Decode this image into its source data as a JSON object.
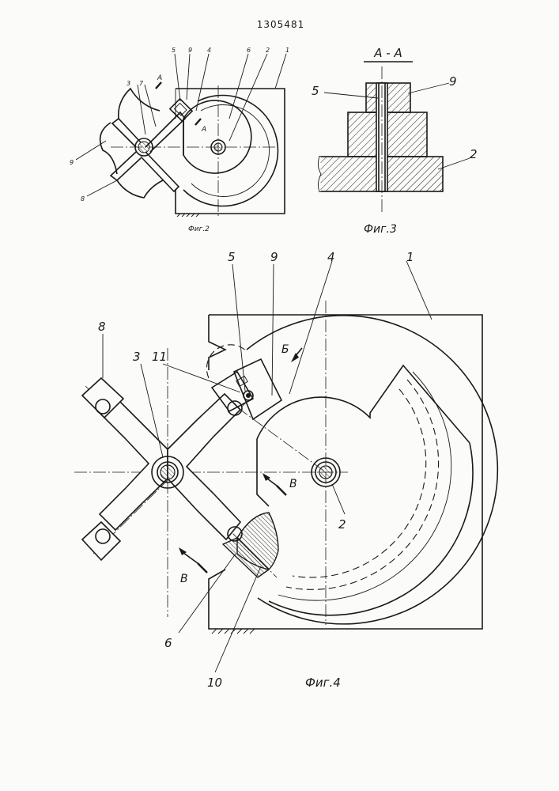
{
  "patent_number": "1305481",
  "figures": {
    "fig2": {
      "caption": "Фиг.2",
      "labels": {
        "l1": "1",
        "l2": "2",
        "l3": "3",
        "l4": "4",
        "l5": "5",
        "l6": "6",
        "l7": "7",
        "l8": "8",
        "l9a": "9",
        "l9b": "9"
      },
      "section_mark": "А"
    },
    "fig3": {
      "caption": "Фиг.3",
      "section_title": "А - А",
      "labels": {
        "l5": "5",
        "l9": "9",
        "l2": "2"
      }
    },
    "fig4": {
      "caption": "Фиг.4",
      "labels": {
        "l1": "1",
        "l2": "2",
        "l3": "3",
        "l4": "4",
        "l5": "5",
        "l6": "6",
        "l8": "8",
        "l9": "9",
        "l10": "10",
        "l11": "11"
      },
      "view_mark": "Б",
      "section_mark": "В"
    }
  }
}
